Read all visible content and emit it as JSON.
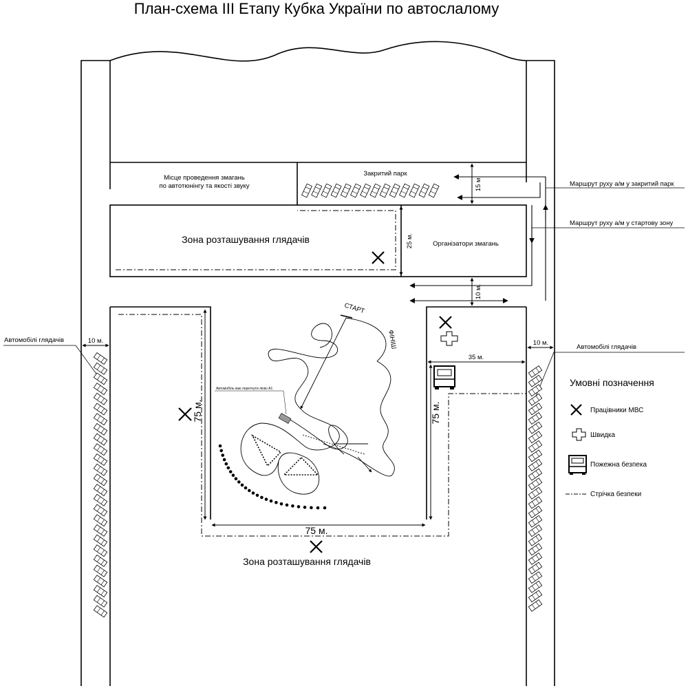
{
  "title": "План-схема ІІІ Етапу Кубка України по автослалому",
  "areas": {
    "tuning_zone_line1": "Місце проведення змагань",
    "tuning_zone_line2": "по автотюнінгу та якості звуку",
    "closed_park": "Закритий парк",
    "spectators_top": "Зона розташування глядачів",
    "organizers": "Організатори змагань",
    "spectators_bottom": "Зона розташування глядачів"
  },
  "dimensions": {
    "d15": "15 м.",
    "d25": "25 м.",
    "d10_top": "10 м.",
    "d10_left": "10 м.",
    "d10_right": "10 м.",
    "d35": "35 м.",
    "d75_left": "75 м.",
    "d75_right": "75 м.",
    "d75_bottom": "75 м."
  },
  "callouts": {
    "route_closed_park": "Маршрут руху а/м у закритий парк",
    "route_start_zone": "Маршрут руху а/м у стартову зону",
    "spectator_cars_left": "Автомобілі глядачів",
    "spectator_cars_right": "Автомобілі глядачів"
  },
  "track": {
    "start": "СТАРТ",
    "finish": "ФІНІШ",
    "car_note": "Автомобіль має перетнути лінію А1"
  },
  "legend": {
    "heading": "Умовні позначення",
    "items": [
      {
        "icon": "police-cross-icon",
        "label": "Працівники МВС"
      },
      {
        "icon": "ambulance-cross-icon",
        "label": "Швидка"
      },
      {
        "icon": "fire-truck-icon",
        "label": "Пожежна безпека"
      },
      {
        "icon": "safety-tape-icon",
        "label": "Стрічка безпеки"
      }
    ]
  },
  "colors": {
    "line": "#000000",
    "background": "#ffffff"
  }
}
